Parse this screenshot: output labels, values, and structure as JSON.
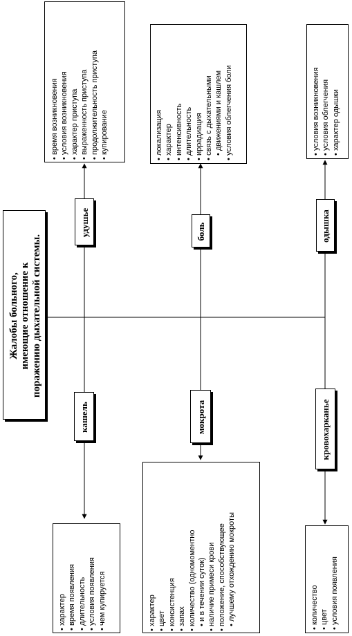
{
  "title": {
    "line1": "Жалобы больного,",
    "line2": "имеющие отношение к",
    "line3": "поражению дыхательной системы."
  },
  "complaints": {
    "udushye": {
      "label": "удушье",
      "items": [
        "время возникновения",
        "условия возникновения",
        "характер приступа",
        "выраженность приступа",
        "продолжительность приступа",
        "купирование"
      ]
    },
    "bol": {
      "label": "боль",
      "items": [
        "локализация",
        "характер",
        "интенсивность",
        "длительность",
        "иррадиация",
        "связь с дыхательными",
        "движениями и кашлем",
        "условия облегчения боли"
      ]
    },
    "odyshka": {
      "label": "одышка",
      "items": [
        "условия возникновения",
        "условия облегчения",
        "характер одышки"
      ]
    },
    "kashel": {
      "label": "кашель",
      "items": [
        "характер",
        "время появления",
        "длительность",
        "условия появления",
        "чем купируется"
      ]
    },
    "mokrota": {
      "label": "мокрота",
      "items": [
        "характер",
        "цвет",
        "консистенция",
        "запах",
        "количество (одномоментно",
        "и в течении суток)",
        "наличие примеси крови",
        "положение, способствующее",
        "лучшему отхождению мокроты"
      ]
    },
    "krovoharkanye": {
      "label": "кровохарканье",
      "items": [
        "количество",
        "цвет",
        "условия появления"
      ]
    }
  }
}
